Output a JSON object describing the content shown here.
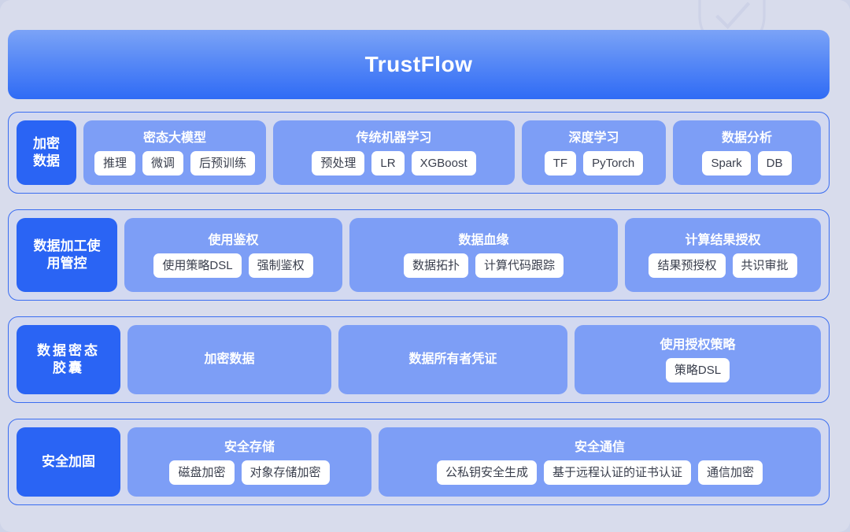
{
  "title": {
    "text": "TrustFlow"
  },
  "colors": {
    "page_background": "#ced4e8",
    "card_background": "#d8dcec",
    "section_background": "#d3d9f0",
    "section_border": "#3a6df0",
    "row_label": "#2a64f4",
    "group_panel": "#7d9ef6",
    "chip_background": "#ffffff",
    "banner_gradient_start": "#7ba3f7",
    "banner_gradient_end": "#2f6bf5"
  },
  "sections": [
    {
      "label": "加密\n数据",
      "label_line1": "加密",
      "label_line2": "数据",
      "groups": [
        {
          "title": "密态大模型",
          "chips": [
            "推理",
            "微调",
            "后预训练"
          ]
        },
        {
          "title": "传统机器学习",
          "chips": [
            "预处理",
            "LR",
            "XGBoost"
          ]
        },
        {
          "title": "深度学习",
          "chips": [
            "TF",
            "PyTorch"
          ]
        },
        {
          "title": "数据分析",
          "chips": [
            "Spark",
            "DB"
          ]
        }
      ]
    },
    {
      "label_line1": "数据加工使",
      "label_line2": "用管控",
      "groups": [
        {
          "title": "使用鉴权",
          "chips": [
            "使用策略DSL",
            "强制鉴权"
          ]
        },
        {
          "title": "数据血缘",
          "chips": [
            "数据拓扑",
            "计算代码跟踪"
          ]
        },
        {
          "title": "计算结果授权",
          "chips": [
            "结果预授权",
            "共识审批"
          ]
        }
      ]
    },
    {
      "label_line1": "数据密态",
      "label_line2": "胶囊",
      "groups": [
        {
          "title": "加密数据",
          "chips": []
        },
        {
          "title": "数据所有者凭证",
          "chips": []
        },
        {
          "title": "使用授权策略",
          "chips": [
            "策略DSL"
          ]
        }
      ]
    },
    {
      "label_line1": "安全加固",
      "label_line2": "",
      "groups": [
        {
          "title": "安全存储",
          "chips": [
            "磁盘加密",
            "对象存储加密"
          ]
        },
        {
          "title": "安全通信",
          "chips": [
            "公私钥安全生成",
            "基于远程认证的证书认证",
            "通信加密"
          ]
        }
      ]
    }
  ]
}
